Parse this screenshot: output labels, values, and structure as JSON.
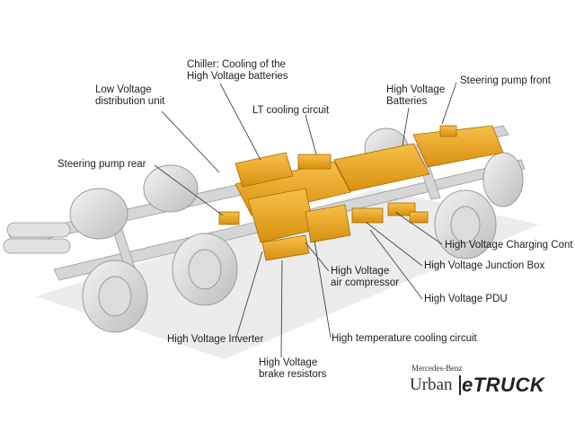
{
  "labels": {
    "chiller_l1": "Chiller: Cooling of the",
    "chiller_l2": "High Voltage batteries",
    "low_voltage_l1": "Low Voltage",
    "low_voltage_l2": "distribution unit",
    "lt_cooling": "LT cooling circuit",
    "hv_batteries_l1": "High Voltage",
    "hv_batteries_l2": "Batteries",
    "steering_front": "Steering pump front",
    "steering_rear": "Steering pump rear",
    "hv_charging": "High Voltage Charging Cont",
    "hv_junction": "High Voltage Junction Box",
    "hv_air_l1": "High Voltage",
    "hv_air_l2": "air compressor",
    "hv_pdu": "High Voltage PDU",
    "hv_inverter": "High Voltage Inverter",
    "ht_cooling": "High temperature cooling circuit",
    "brake_l1": "High Voltage",
    "brake_l2": "brake resistors"
  },
  "branding": {
    "maker": "Mercedes-Benz",
    "series": "Urban",
    "model": "eTRUCK"
  },
  "colors": {
    "component_orange": "#f0a81c",
    "chassis_grey": "#d4d4d4",
    "leader_line": "#444444"
  }
}
